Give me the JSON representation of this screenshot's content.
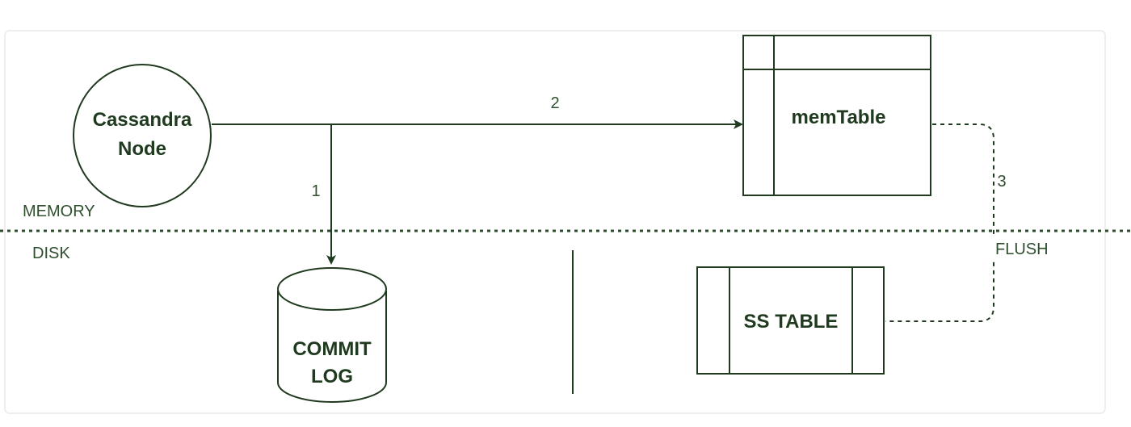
{
  "diagram": {
    "colors": {
      "stroke": "#1f3a1f",
      "text": "#1f3a1f",
      "background": "#ffffff"
    },
    "nodes": {
      "cassandra_node": {
        "line1": "Cassandra",
        "line2": "Node"
      },
      "memtable": {
        "label": "memTable"
      },
      "commit_log": {
        "line1": "COMMIT",
        "line2": "LOG"
      },
      "sstable": {
        "label": "SS TABLE"
      }
    },
    "regions": {
      "memory": "MEMORY",
      "disk": "DISK"
    },
    "steps": {
      "step1": "1",
      "step2": "2",
      "step3": "3",
      "flush": "FLUSH"
    }
  }
}
